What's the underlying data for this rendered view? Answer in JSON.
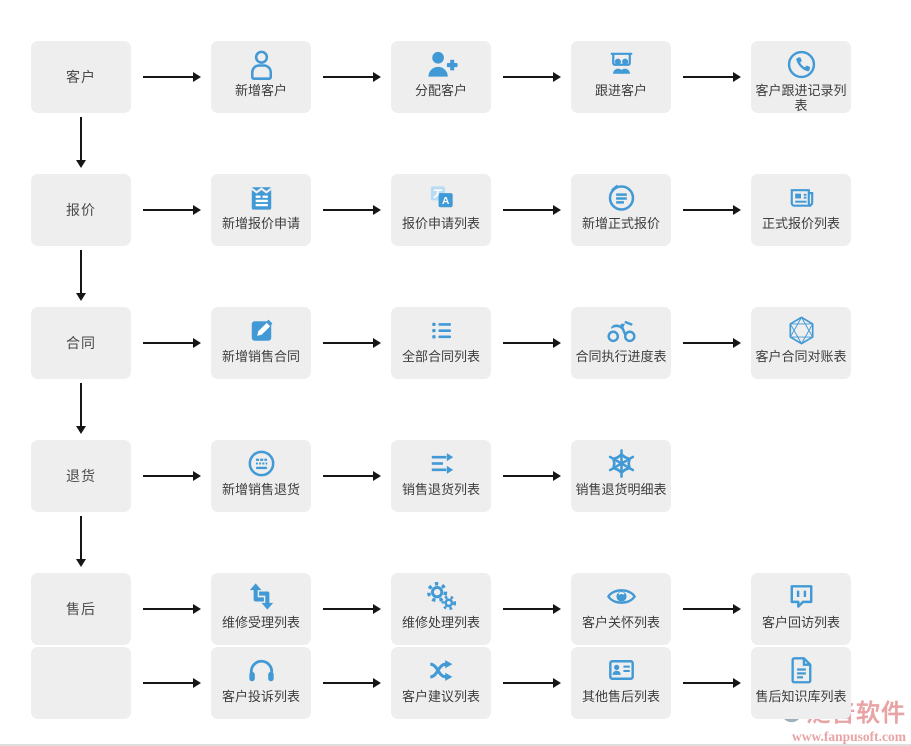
{
  "colors": {
    "icon_blue": "#4199d5",
    "icon_blue_light": "#b9dcf4",
    "tile_bg": "#eeeeee",
    "arrow": "#161616",
    "watermark": "#e59496"
  },
  "watermark": {
    "brand": "泛普软件",
    "url": "www.fanpusoft.com",
    "logo_icon": "fanpu-logo-icon"
  },
  "flow": {
    "rows": [
      {
        "label": "客户",
        "connects_to_next": true,
        "nodes": [
          {
            "label": "新增客户",
            "icon": "user-outline-icon"
          },
          {
            "label": "分配客户",
            "icon": "user-plus-icon"
          },
          {
            "label": "跟进客户",
            "icon": "presentation-people-icon"
          },
          {
            "label": "客户跟进记录列表",
            "icon": "phone-circle-icon"
          }
        ]
      },
      {
        "label": "报价",
        "connects_to_next": true,
        "nodes": [
          {
            "label": "新增报价申请",
            "icon": "clipboard-list-icon"
          },
          {
            "label": "报价申请列表",
            "icon": "translate-icon"
          },
          {
            "label": "新增正式报价",
            "icon": "circle-lines-icon"
          },
          {
            "label": "正式报价列表",
            "icon": "newspaper-icon"
          }
        ]
      },
      {
        "label": "合同",
        "connects_to_next": true,
        "nodes": [
          {
            "label": "新增销售合同",
            "icon": "edit-square-icon"
          },
          {
            "label": "全部合同列表",
            "icon": "bullet-list-icon"
          },
          {
            "label": "合同执行进度表",
            "icon": "motorcycle-icon"
          },
          {
            "label": "客户合同对账表",
            "icon": "hexagon-wireframe-icon"
          }
        ]
      },
      {
        "label": "退货",
        "connects_to_next": true,
        "nodes": [
          {
            "label": "新增销售退货",
            "icon": "circle-keyboard-icon"
          },
          {
            "label": "销售退货列表",
            "icon": "lines-arrow-icon"
          },
          {
            "label": "销售退货明细表",
            "icon": "snowflake-icon"
          }
        ]
      },
      {
        "label": "售后",
        "connects_to_next": false,
        "nodes": [
          {
            "label": "维修受理列表",
            "icon": "repeat-arrows-icon"
          },
          {
            "label": "维修处理列表",
            "icon": "gears-icon"
          },
          {
            "label": "客户关怀列表",
            "icon": "eye-icon"
          },
          {
            "label": "客户回访列表",
            "icon": "chat-bubble-icon"
          }
        ]
      },
      {
        "label": "",
        "connects_to_next": false,
        "nodes": [
          {
            "label": "客户投诉列表",
            "icon": "headphones-icon"
          },
          {
            "label": "客户建议列表",
            "icon": "shuffle-icon"
          },
          {
            "label": "其他售后列表",
            "icon": "id-card-icon"
          },
          {
            "label": "售后知识库列表",
            "icon": "document-icon"
          }
        ]
      }
    ]
  }
}
